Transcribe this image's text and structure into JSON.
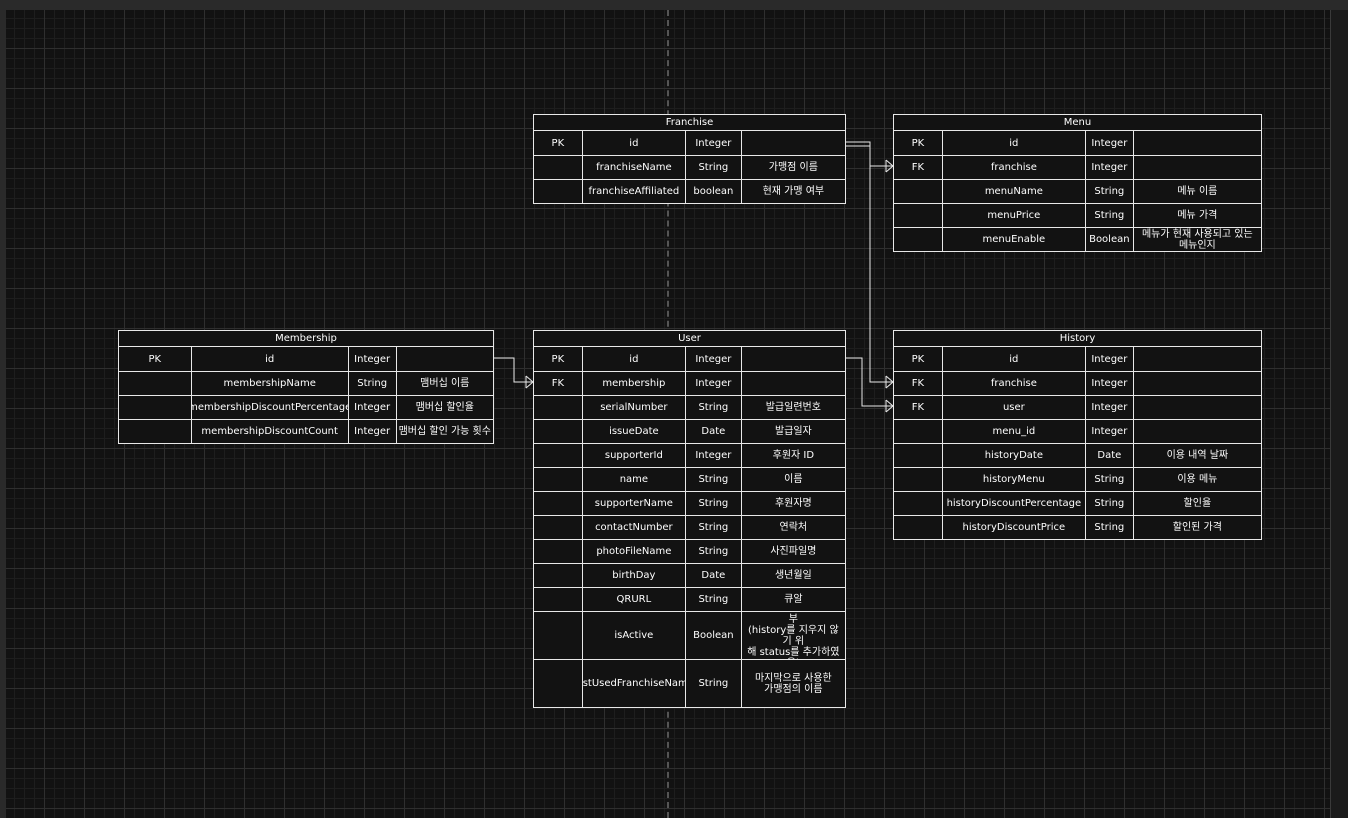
{
  "entities": {
    "franchise": {
      "title": "Franchise",
      "rows": [
        [
          "PK",
          "id",
          "Integer",
          ""
        ],
        [
          "",
          "franchiseName",
          "String",
          "가맹점 이름"
        ],
        [
          "",
          "franchiseAffiliated",
          "boolean",
          "현재 가맹 여부"
        ]
      ]
    },
    "menu": {
      "title": "Menu",
      "rows": [
        [
          "PK",
          "id",
          "Integer",
          ""
        ],
        [
          "FK",
          "franchise",
          "Integer",
          ""
        ],
        [
          "",
          "menuName",
          "String",
          "메뉴 이름"
        ],
        [
          "",
          "menuPrice",
          "String",
          "메뉴 가격"
        ],
        [
          "",
          "menuEnable",
          "Boolean",
          "메뉴가 현재 사용되고 있는\n메뉴인지"
        ]
      ]
    },
    "membership": {
      "title": "Membership",
      "rows": [
        [
          "PK",
          "id",
          "Integer",
          ""
        ],
        [
          "",
          "membershipName",
          "String",
          "맴버십 이름"
        ],
        [
          "",
          "membershipDiscountPercentage",
          "Integer",
          "맴버십 할인율"
        ],
        [
          "",
          "membershipDiscountCount",
          "Integer",
          "맴버십 할인 가능 횟수"
        ]
      ]
    },
    "user": {
      "title": "User",
      "rows": [
        [
          "PK",
          "id",
          "Integer",
          ""
        ],
        [
          "FK",
          "membership",
          "Integer",
          ""
        ],
        [
          "",
          "serialNumber",
          "String",
          "발급일련번호"
        ],
        [
          "",
          "issueDate",
          "Date",
          "발급일자"
        ],
        [
          "",
          "supporterId",
          "Integer",
          "후원자 ID"
        ],
        [
          "",
          "name",
          "String",
          "이름"
        ],
        [
          "",
          "supporterName",
          "String",
          "후원자명"
        ],
        [
          "",
          "contactNumber",
          "String",
          "연락처"
        ],
        [
          "",
          "photoFileName",
          "String",
          "사진파일명"
        ],
        [
          "",
          "birthDay",
          "Date",
          "생년월일"
        ],
        [
          "",
          "QRURL",
          "String",
          "큐알"
        ],
        [
          "",
          "isActive",
          "Boolean",
          "user가 지워졌는지 여부\n(history를 지우지 않기 위\n해 status를 추가하였음)"
        ],
        [
          "",
          "lastUsedFranchiseName",
          "String",
          "마지막으로 사용한\n가맹점의 이름"
        ]
      ]
    },
    "history": {
      "title": "History",
      "rows": [
        [
          "PK",
          "id",
          "Integer",
          ""
        ],
        [
          "FK",
          "franchise",
          "Integer",
          ""
        ],
        [
          "FK",
          "user",
          "Integer",
          ""
        ],
        [
          "",
          "menu_id",
          "Integer",
          ""
        ],
        [
          "",
          "historyDate",
          "Date",
          "이용 내역 날짜"
        ],
        [
          "",
          "historyMenu",
          "String",
          "이용 메뉴"
        ],
        [
          "",
          "historyDiscountPercentage",
          "String",
          "할인율"
        ],
        [
          "",
          "historyDiscountPrice",
          "String",
          "할인된 가격"
        ]
      ]
    }
  },
  "relationships": [
    {
      "from": "franchise",
      "to": "menu",
      "kind": "one-to-many"
    },
    {
      "from": "franchise",
      "to": "history",
      "kind": "one-to-many"
    },
    {
      "from": "user",
      "to": "history",
      "kind": "one-to-many"
    },
    {
      "from": "membership",
      "to": "user",
      "kind": "one-to-many"
    }
  ],
  "colors": {
    "canvas": "#121212",
    "line": "#e8e8e8",
    "text": "#ffffff"
  }
}
